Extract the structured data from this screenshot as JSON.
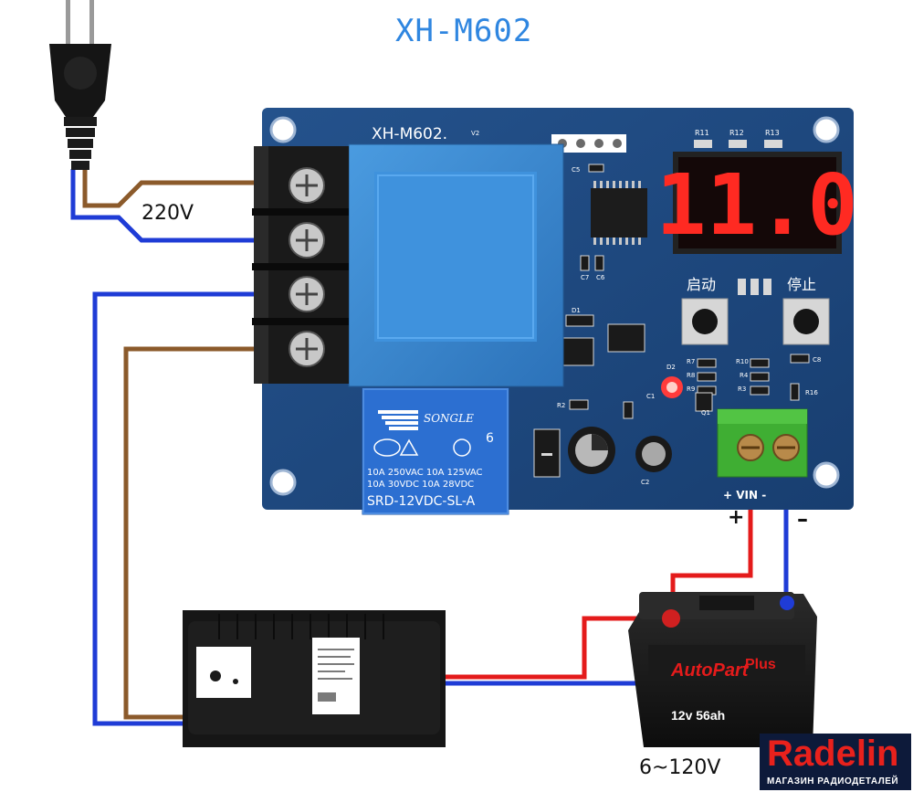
{
  "title": "XH-M602",
  "board": {
    "model_label": "XH-M602.",
    "version": "V2",
    "display": "11.0",
    "start_label": "启动",
    "stop_label": "停止",
    "terminal_label": "+ VIN -",
    "resistor_labels": [
      "R11",
      "R12",
      "R13"
    ],
    "component_labels": [
      "C5",
      "C7",
      "C6",
      "D1",
      "D2",
      "Q1",
      "R2",
      "R7",
      "R8",
      "R9",
      "R10",
      "R3",
      "R4",
      "R16",
      "C8",
      "C1",
      "C2"
    ]
  },
  "relay": {
    "brand": "SONGLE",
    "lines": [
      "10A 250VAC  10A 125VAC",
      "10A  30VDC  10A  28VDC"
    ],
    "model": "SRD-12VDC-SL-A"
  },
  "wiring": {
    "mains_voltage": "220V",
    "battery_voltage": "6~120V",
    "plus": "+",
    "minus": "–"
  },
  "battery": {
    "brand": "AutoPart",
    "series": "Plus",
    "spec": "12v 56ah"
  },
  "watermark": {
    "name": "Radelin",
    "tagline": "МАГАЗИН РАДИОДЕТАЛЕЙ"
  },
  "colors": {
    "title": "#2f86e0",
    "pcb": "#1f4a82",
    "transformer": "#3a87cf",
    "relay": "#2c6fd1",
    "display_digits": "#ff2a22",
    "wire_brown": "#8b5a2b",
    "wire_blue": "#1f3cd6",
    "wire_red": "#e41b1b",
    "terminal_green": "#3fae33"
  }
}
